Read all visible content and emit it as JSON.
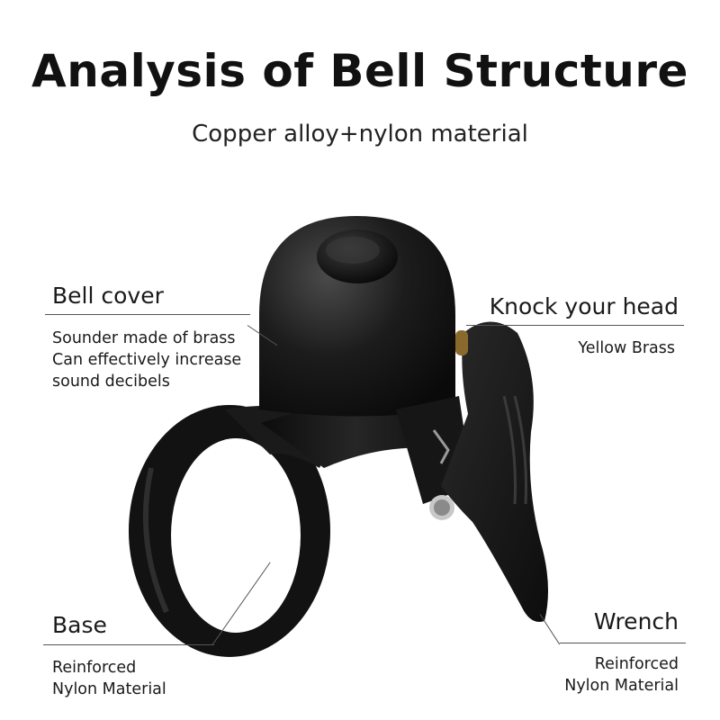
{
  "title": "Analysis of Bell Structure",
  "subtitle": "Copper alloy+nylon material",
  "callouts": {
    "bell_cover": {
      "heading": "Bell cover",
      "lines": [
        "Sounder made of brass",
        "Can effectively increase",
        "sound decibels"
      ]
    },
    "knock": {
      "heading": "Knock your head",
      "lines": [
        "Yellow Brass"
      ]
    },
    "base": {
      "heading": "Base",
      "lines": [
        "Reinforced",
        "Nylon Material"
      ]
    },
    "wrench": {
      "heading": "Wrench",
      "lines": [
        "Reinforced",
        "Nylon Material"
      ]
    }
  },
  "colors": {
    "product_black": "#141414",
    "brass": "#8a6a2c",
    "metal": "#b8b8b8",
    "leader_line": "#555555"
  }
}
